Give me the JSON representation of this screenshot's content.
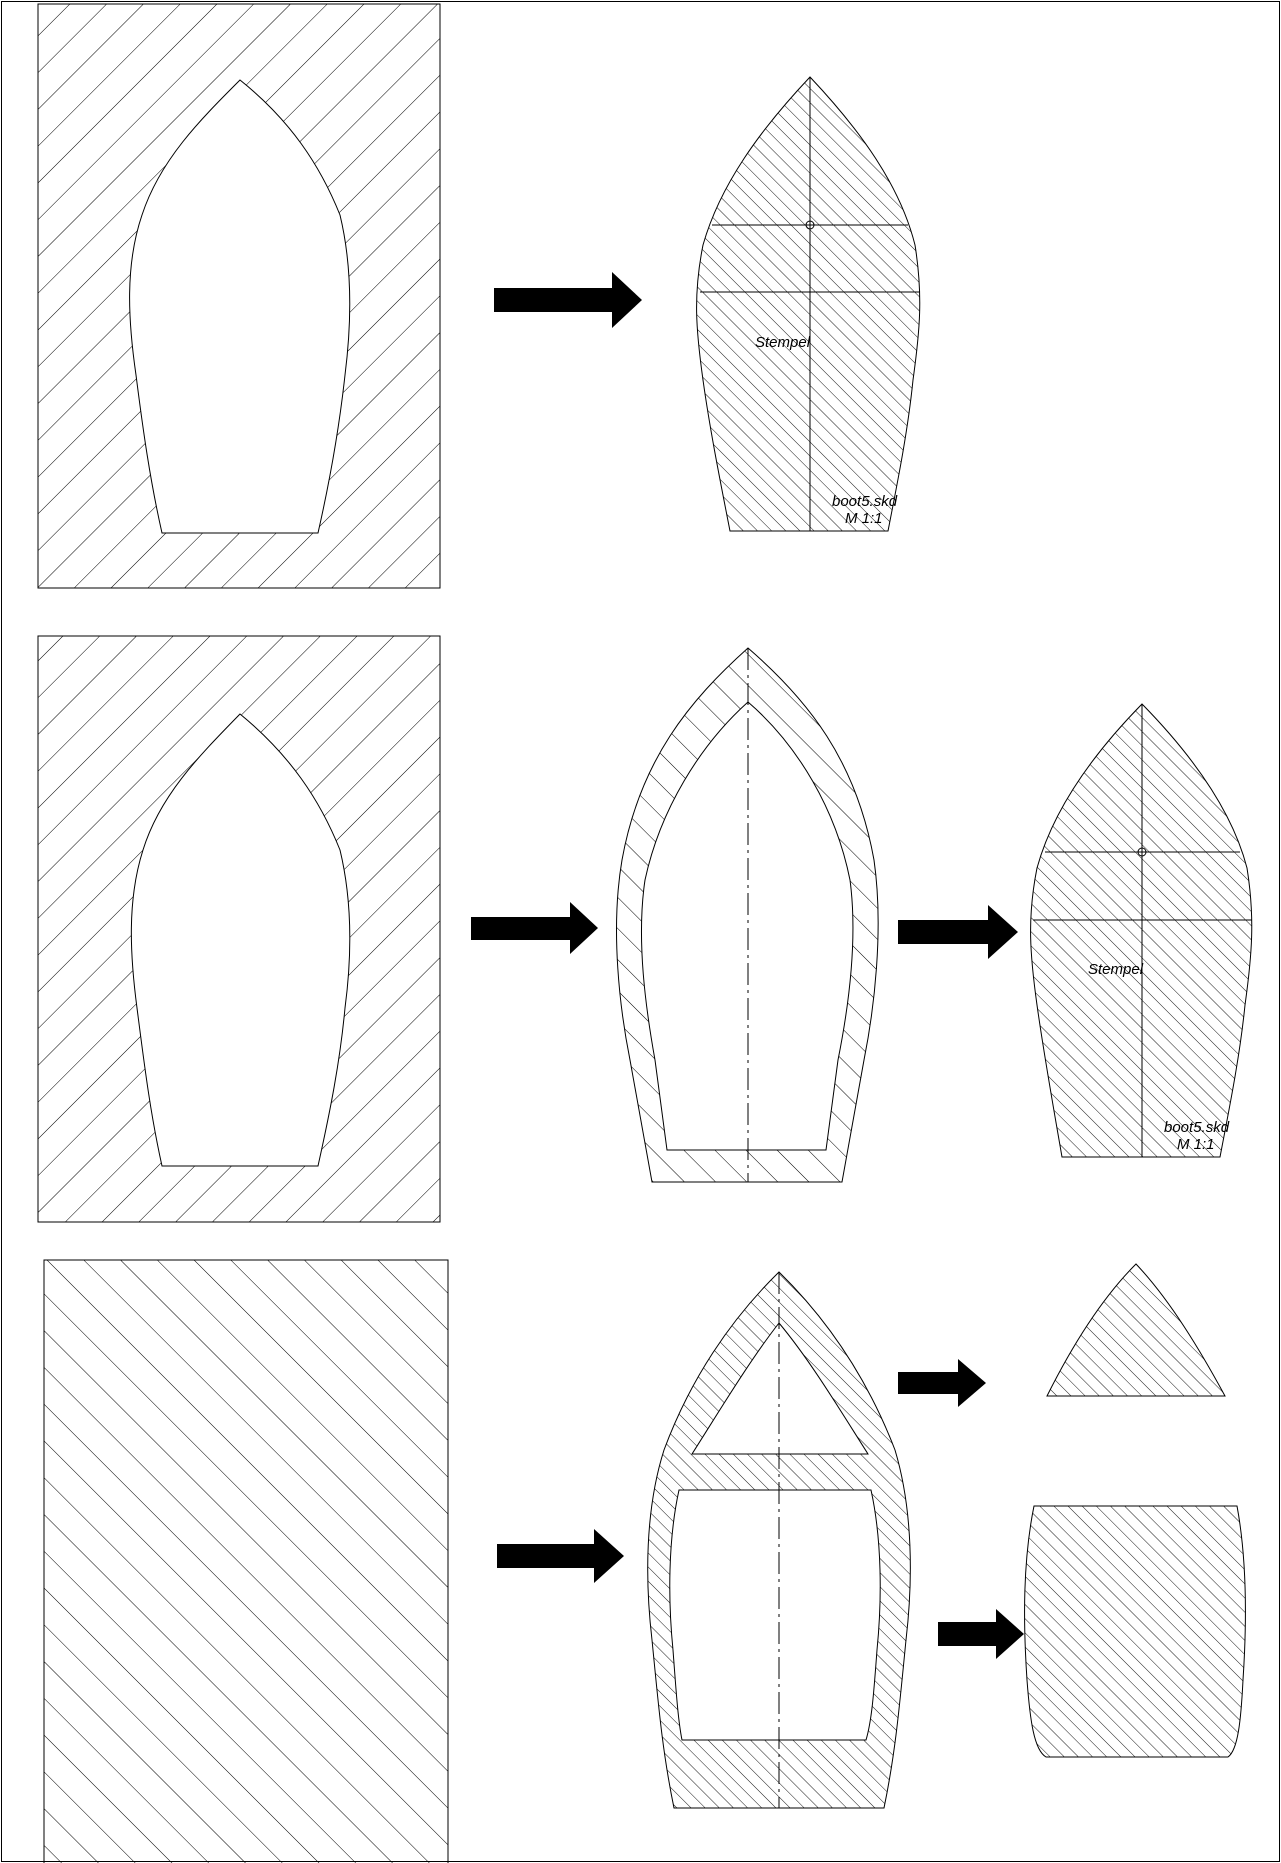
{
  "drawing": {
    "stamp_label": "Stempel",
    "file_label": "boot5.skd",
    "scale_label": "M 1:1",
    "line_color": "#000000",
    "background_color": "#ffffff"
  }
}
